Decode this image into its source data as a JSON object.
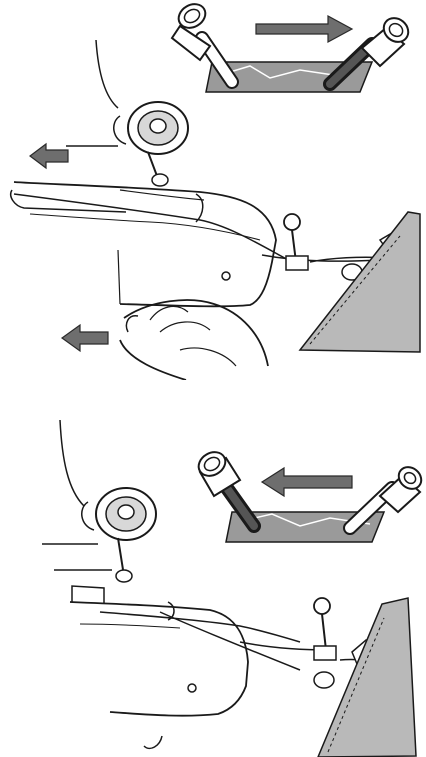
{
  "figure": {
    "panels": [
      {
        "id": "top",
        "lever_motion_arrow": "right",
        "thread_pull_arrows": [
          "left",
          "left"
        ],
        "hand_visible": true
      },
      {
        "id": "bottom",
        "lever_motion_arrow": "left",
        "thread_pull_arrows": [],
        "hand_visible": false
      }
    ],
    "colors": {
      "line": "#1a1a1a",
      "arrow_fill": "#7a7a7a",
      "fabric_fill": "#b9b9b9",
      "slot_fill": "#8c8c8c"
    }
  }
}
